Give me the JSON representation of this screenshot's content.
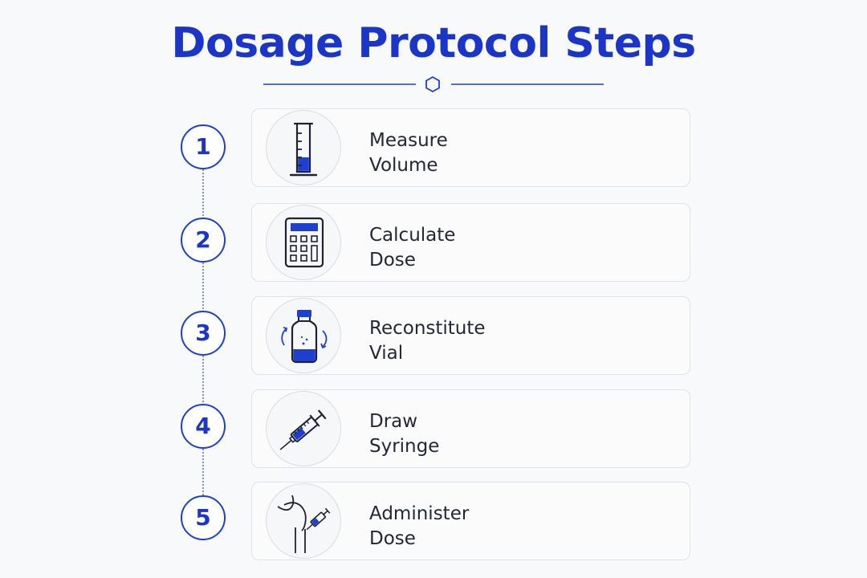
{
  "title": "Dosage Protocol Steps",
  "accent_color": "#1f3fd0",
  "steps": [
    {
      "number": "1",
      "label": "Measure\nVolume",
      "icon": "graduated-cylinder-icon"
    },
    {
      "number": "2",
      "label": "Calculate\nDose",
      "icon": "calculator-icon"
    },
    {
      "number": "3",
      "label": "Reconstitute\nVial",
      "icon": "vial-icon"
    },
    {
      "number": "4",
      "label": "Draw\nSyringe",
      "icon": "syringe-icon"
    },
    {
      "number": "5",
      "label": "Administer\nDose",
      "icon": "injection-arm-icon"
    }
  ]
}
